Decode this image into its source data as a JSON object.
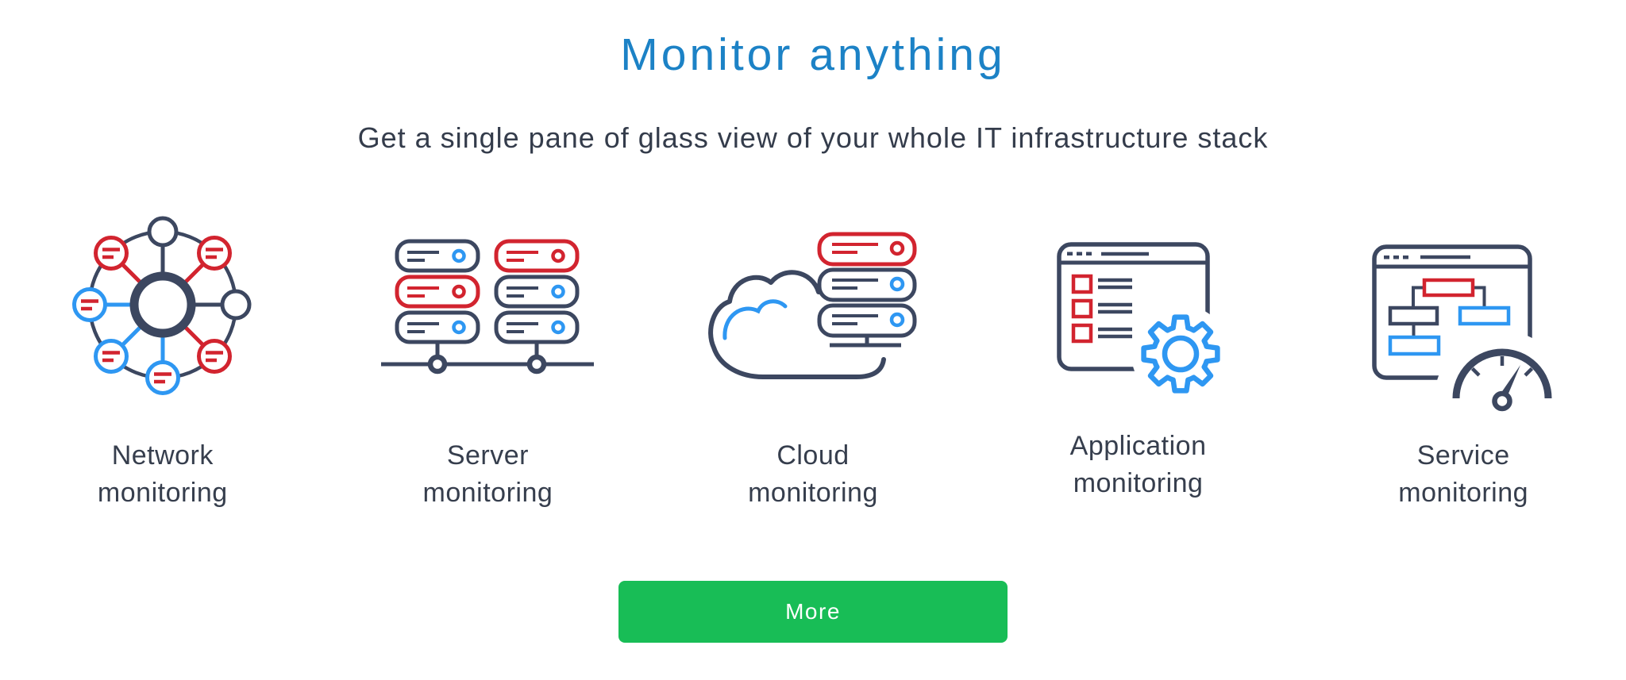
{
  "header": {
    "title": "Monitor anything",
    "subtitle": "Get a single pane of glass view of your whole IT infrastructure stack"
  },
  "features": [
    {
      "label": "Network monitoring",
      "icon": "network-monitoring-icon"
    },
    {
      "label": "Server monitoring",
      "icon": "server-monitoring-icon"
    },
    {
      "label": "Cloud monitoring",
      "icon": "cloud-monitoring-icon"
    },
    {
      "label": "Application monitoring",
      "icon": "application-monitoring-icon"
    },
    {
      "label": "Service monitoring",
      "icon": "service-monitoring-icon"
    }
  ],
  "cta": {
    "label": "More"
  },
  "colors": {
    "title_blue": "#1c82c6",
    "text_navy": "#343c4b",
    "icon_navy": "#3c4760",
    "icon_red": "#d2242f",
    "icon_blue": "#2e97f2",
    "button_green": "#18bd56",
    "button_text": "#ffffff",
    "background": "#ffffff"
  }
}
